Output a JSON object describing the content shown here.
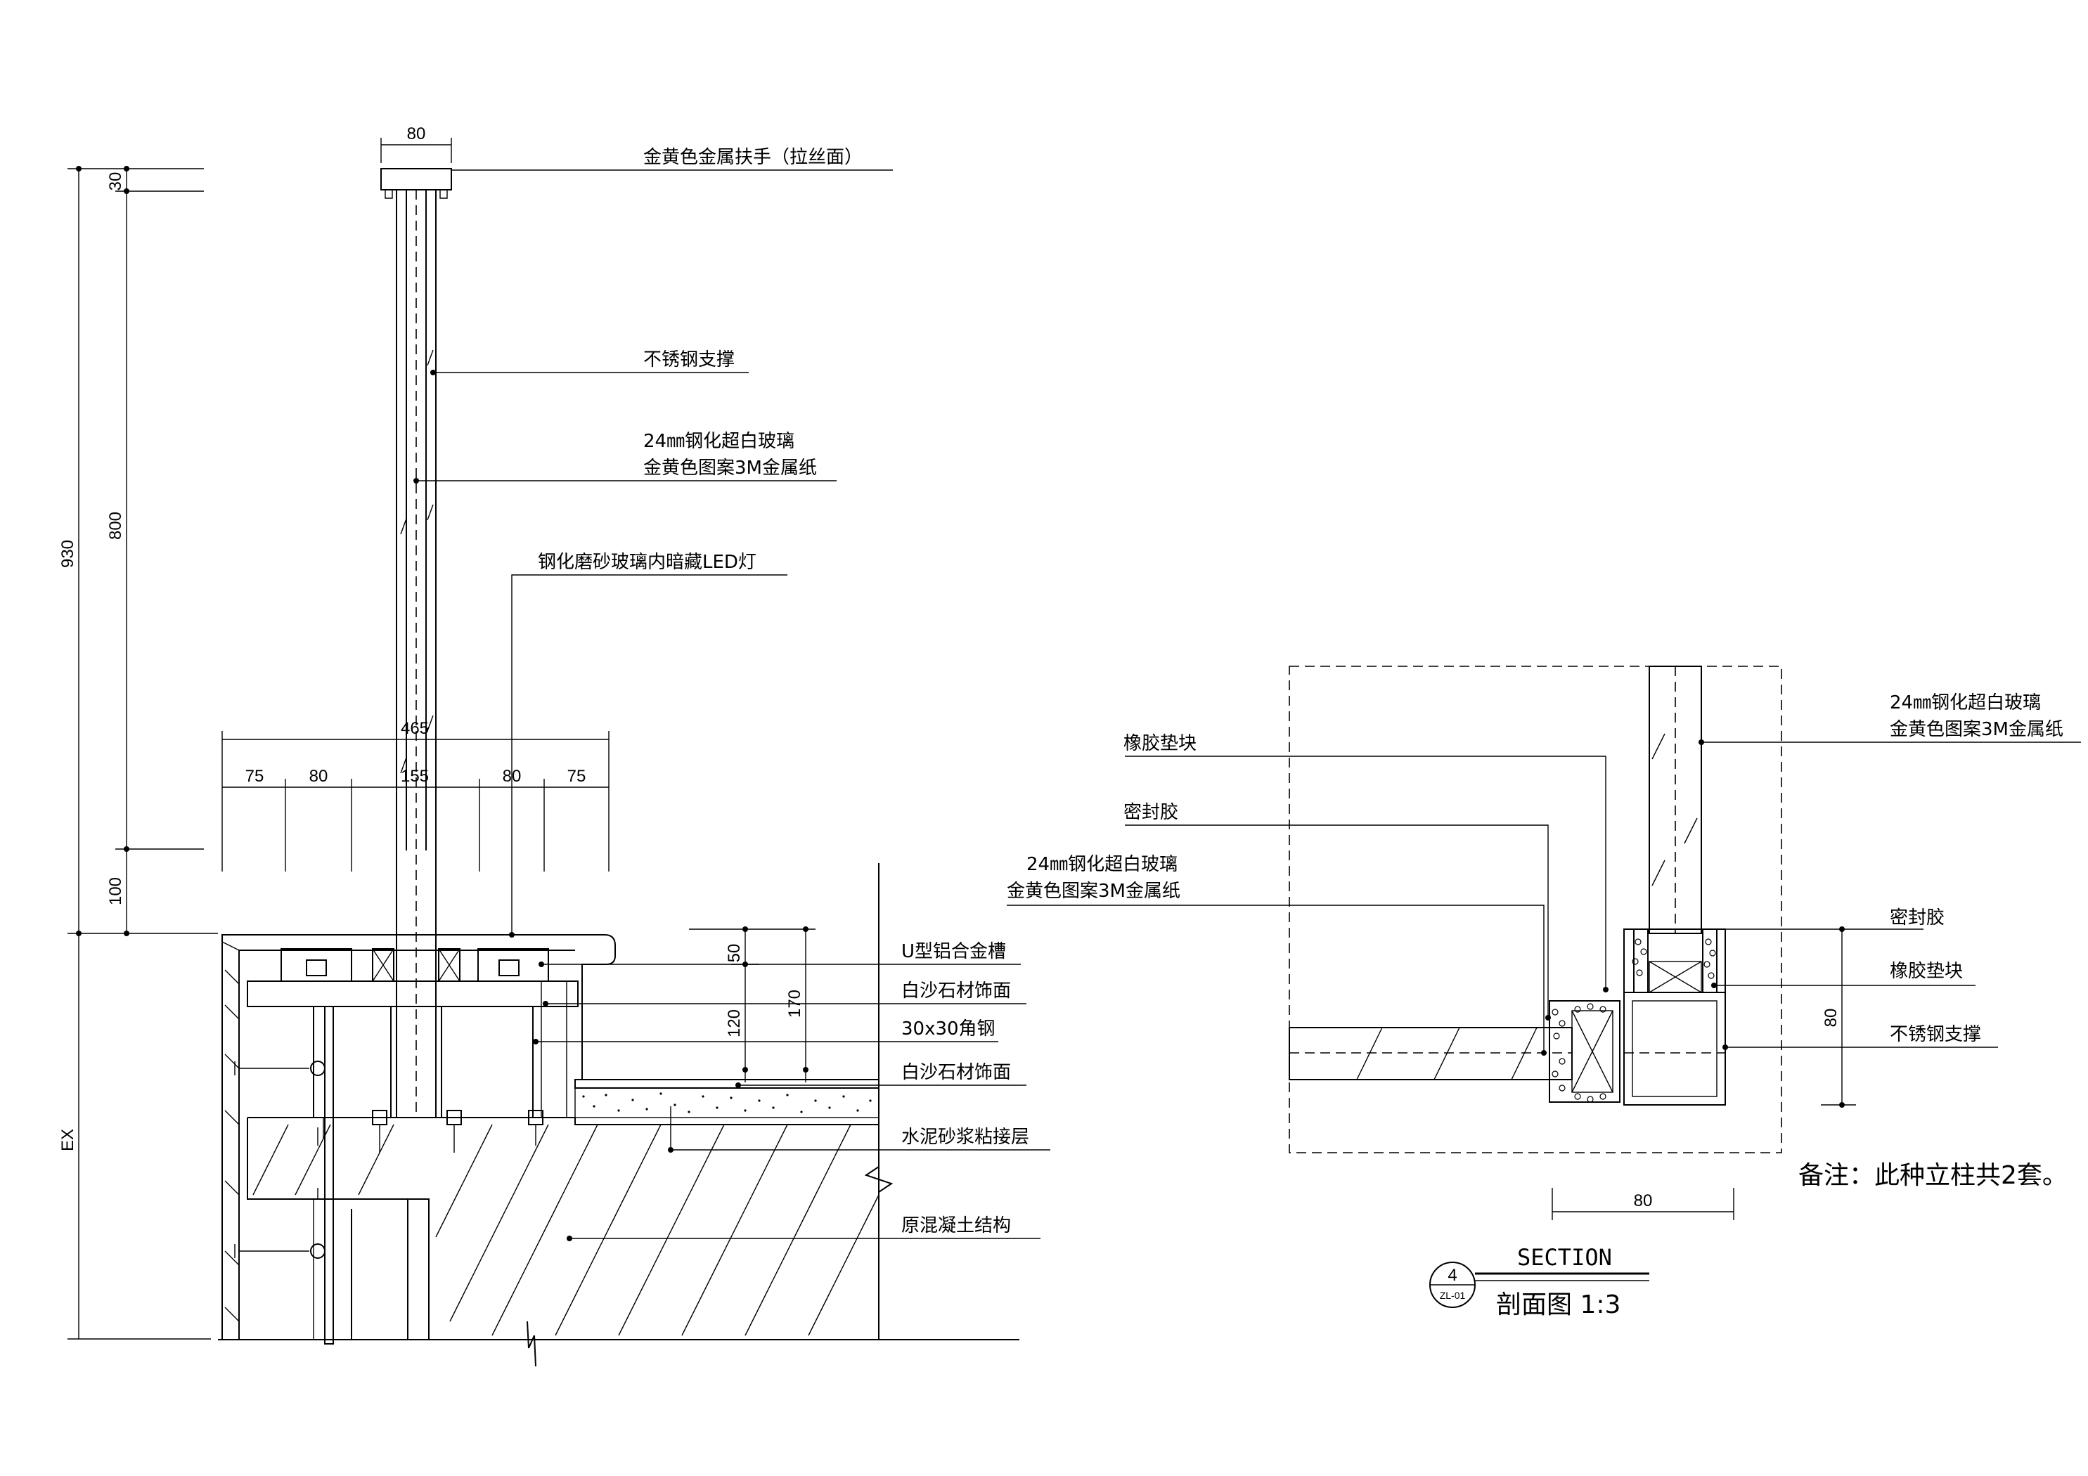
{
  "left_labels": {
    "handrail": "金黄色金属扶手（拉丝面）",
    "stainless_support": "不锈钢支撑",
    "glass_line1": "24㎜钢化超白玻璃",
    "glass_line2": "金黄色图案3M金属纸",
    "led": "钢化磨砂玻璃内暗藏LED灯",
    "u_channel": "U型铝合金槽",
    "stone_face_1": "白沙石材饰面",
    "angle_steel": "30x30角钢",
    "stone_face_2": "白沙石材饰面",
    "mortar": "水泥砂浆粘接层",
    "concrete": "原混凝土结构"
  },
  "left_dims": {
    "top_width": "80",
    "h30": "30",
    "h800": "800",
    "h930": "930",
    "h100": "100",
    "hEX": "EX",
    "total465": "465",
    "seg1": "75",
    "seg2": "80",
    "seg3": "155",
    "seg4": "80",
    "seg5": "75",
    "d50": "50",
    "d120": "120",
    "d170": "170"
  },
  "right_labels": {
    "glass_line1": "24㎜钢化超白玻璃",
    "glass_line2": "金黄色图案3M金属纸",
    "rubber_pad_left": "橡胶垫块",
    "sealant_left": "密封胶",
    "glass2_line1": "24㎜钢化超白玻璃",
    "glass2_line2": "金黄色图案3M金属纸",
    "sealant_right": "密封胶",
    "rubber_pad_right": "橡胶垫块",
    "stainless_support": "不锈钢支撑"
  },
  "right_dims": {
    "h80": "80",
    "w80": "80"
  },
  "note": "备注：此种立柱共2套。",
  "title_block": {
    "number": "4",
    "sheet": "ZL-01",
    "section": "SECTION",
    "caption": "剖面图 1:3"
  }
}
